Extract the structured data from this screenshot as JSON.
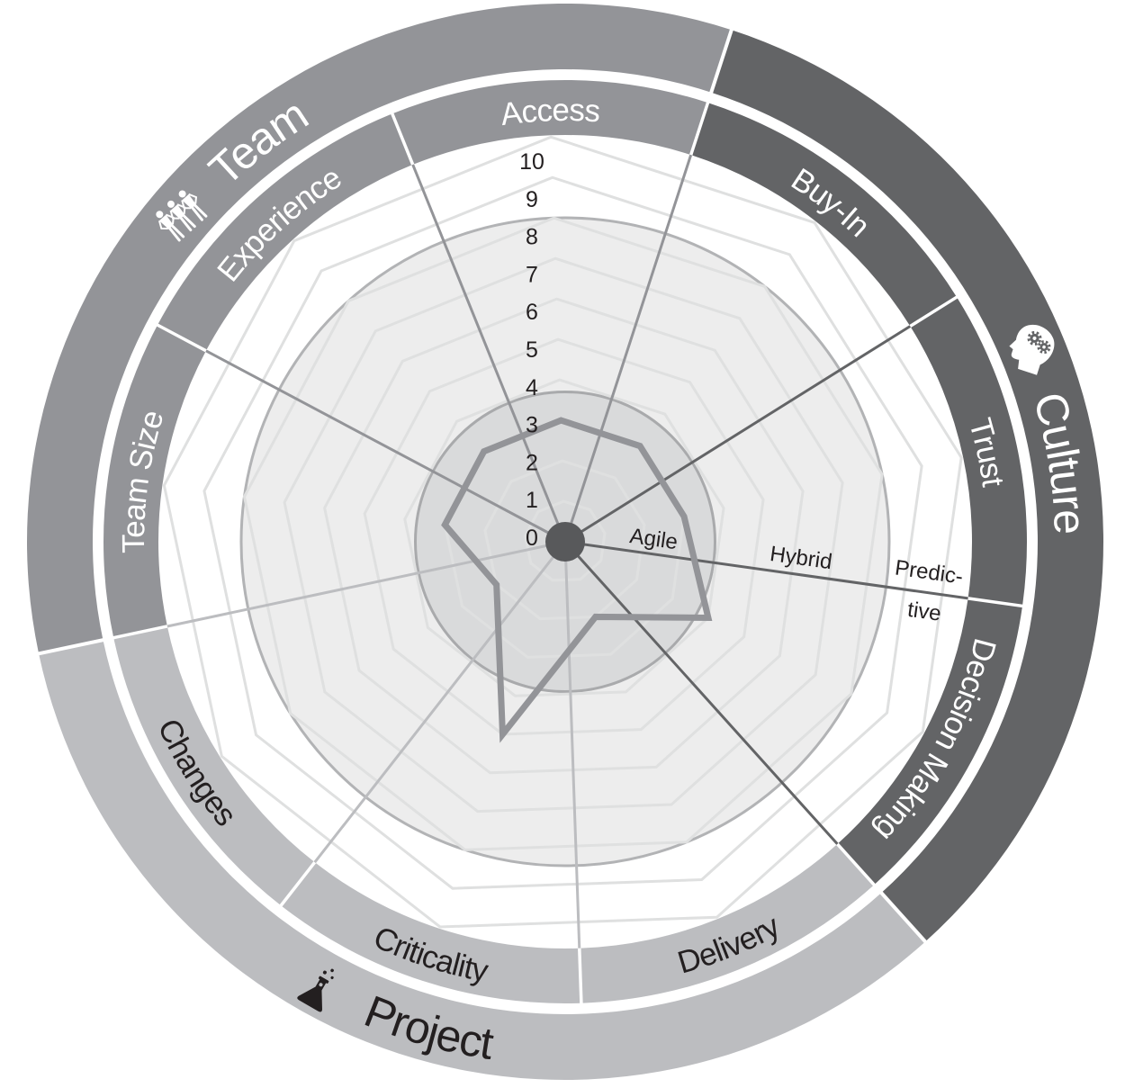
{
  "chart_data": {
    "type": "radar",
    "title": "",
    "categories": [
      "Access",
      "Buy-In",
      "Trust",
      "Decision Making",
      "Delivery",
      "Criticality",
      "Changes",
      "Team Size",
      "Experience"
    ],
    "series": [
      {
        "values": [
          3,
          3,
          3,
          4,
          2,
          5,
          2,
          3,
          3
        ],
        "color": "#939498"
      }
    ],
    "groups": [
      {
        "name": "Team",
        "icon": "people-icon",
        "color": "#939498",
        "label_color": "#ffffff",
        "categories": [
          "Team Size",
          "Experience",
          "Access"
        ]
      },
      {
        "name": "Culture",
        "icon": "head-gears-icon",
        "color": "#636466",
        "label_color": "#ffffff",
        "categories": [
          "Buy-In",
          "Trust",
          "Decision Making"
        ]
      },
      {
        "name": "Project",
        "icon": "flask-icon",
        "color": "#bcbdc0",
        "label_color": "#231f20",
        "categories": [
          "Delivery",
          "Criticality",
          "Changes"
        ]
      }
    ],
    "radial_axis": {
      "min": 0,
      "max": 10,
      "ticks": [
        0,
        1,
        2,
        3,
        4,
        5,
        6,
        7,
        8,
        9,
        10
      ]
    },
    "zones": [
      {
        "label": "Agile",
        "from": 0,
        "to": 3.7,
        "color": "#d9dadb"
      },
      {
        "label": "Hybrid",
        "from": 3.7,
        "to": 8,
        "color": "#ededed"
      },
      {
        "label": "Predictive",
        "display_lines": [
          "Predic-",
          "tive"
        ],
        "from": 8,
        "to": 10,
        "color": "#ffffff"
      }
    ],
    "grid": true,
    "center_marker_color": "#58595b"
  }
}
